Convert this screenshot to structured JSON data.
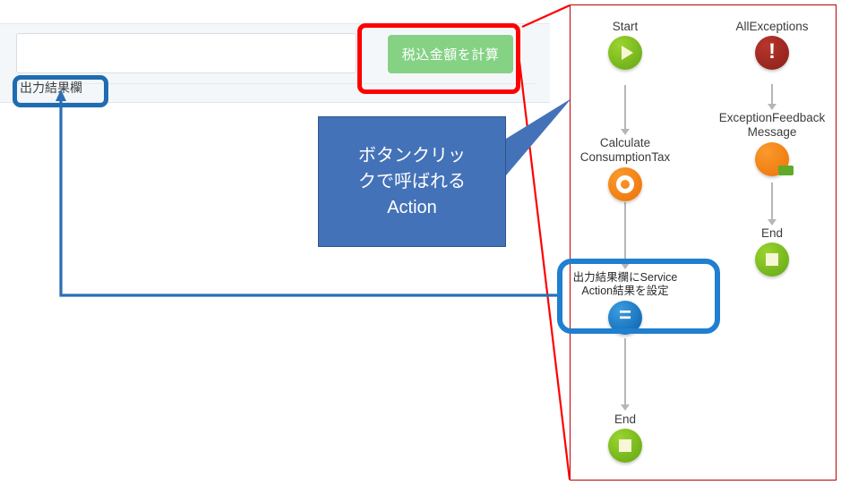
{
  "app_form": {
    "input_value": "",
    "input_placeholder": "",
    "calc_button_label": "税込金額を計算",
    "output_field_label": "出力結果欄"
  },
  "callout": {
    "text": "ボタンクリッ\nクで呼ばれる\nAction"
  },
  "flow": {
    "nodes": [
      {
        "id": "start",
        "label": "Start",
        "icon": "play-icon",
        "color": "#7fbb20"
      },
      {
        "id": "calculate-consumption-tax",
        "label": "Calculate\nConsumptionTax",
        "icon": "service-action-icon",
        "color": "#f0800e"
      },
      {
        "id": "set-output-result",
        "label": "出力結果欄にService\nAction結果を設定",
        "icon": "assign-equals-icon",
        "color": "#1a75c4"
      },
      {
        "id": "end-main",
        "label": "End",
        "icon": "stop-icon",
        "color": "#7fbb20"
      },
      {
        "id": "all-exceptions",
        "label": "AllExceptions",
        "icon": "exception-icon",
        "color": "#a32a20"
      },
      {
        "id": "exception-feedback-message",
        "label": "ExceptionFeedback\nMessage",
        "icon": "feedback-message-icon",
        "color": "#f47a12"
      },
      {
        "id": "end-exception",
        "label": "End",
        "icon": "stop-icon",
        "color": "#7fbb20"
      }
    ]
  },
  "annotations": {
    "red_highlight": "red-box-around-calculate-button",
    "blue_highlight_label": "blue-box-around-output-field-label",
    "blue_highlight_node": "blue-box-around-set-output-result-node",
    "red_accent_color": "#ff0000",
    "blue_accent_color": "#1f6cb0",
    "callout_fill_color": "#4472b8"
  }
}
